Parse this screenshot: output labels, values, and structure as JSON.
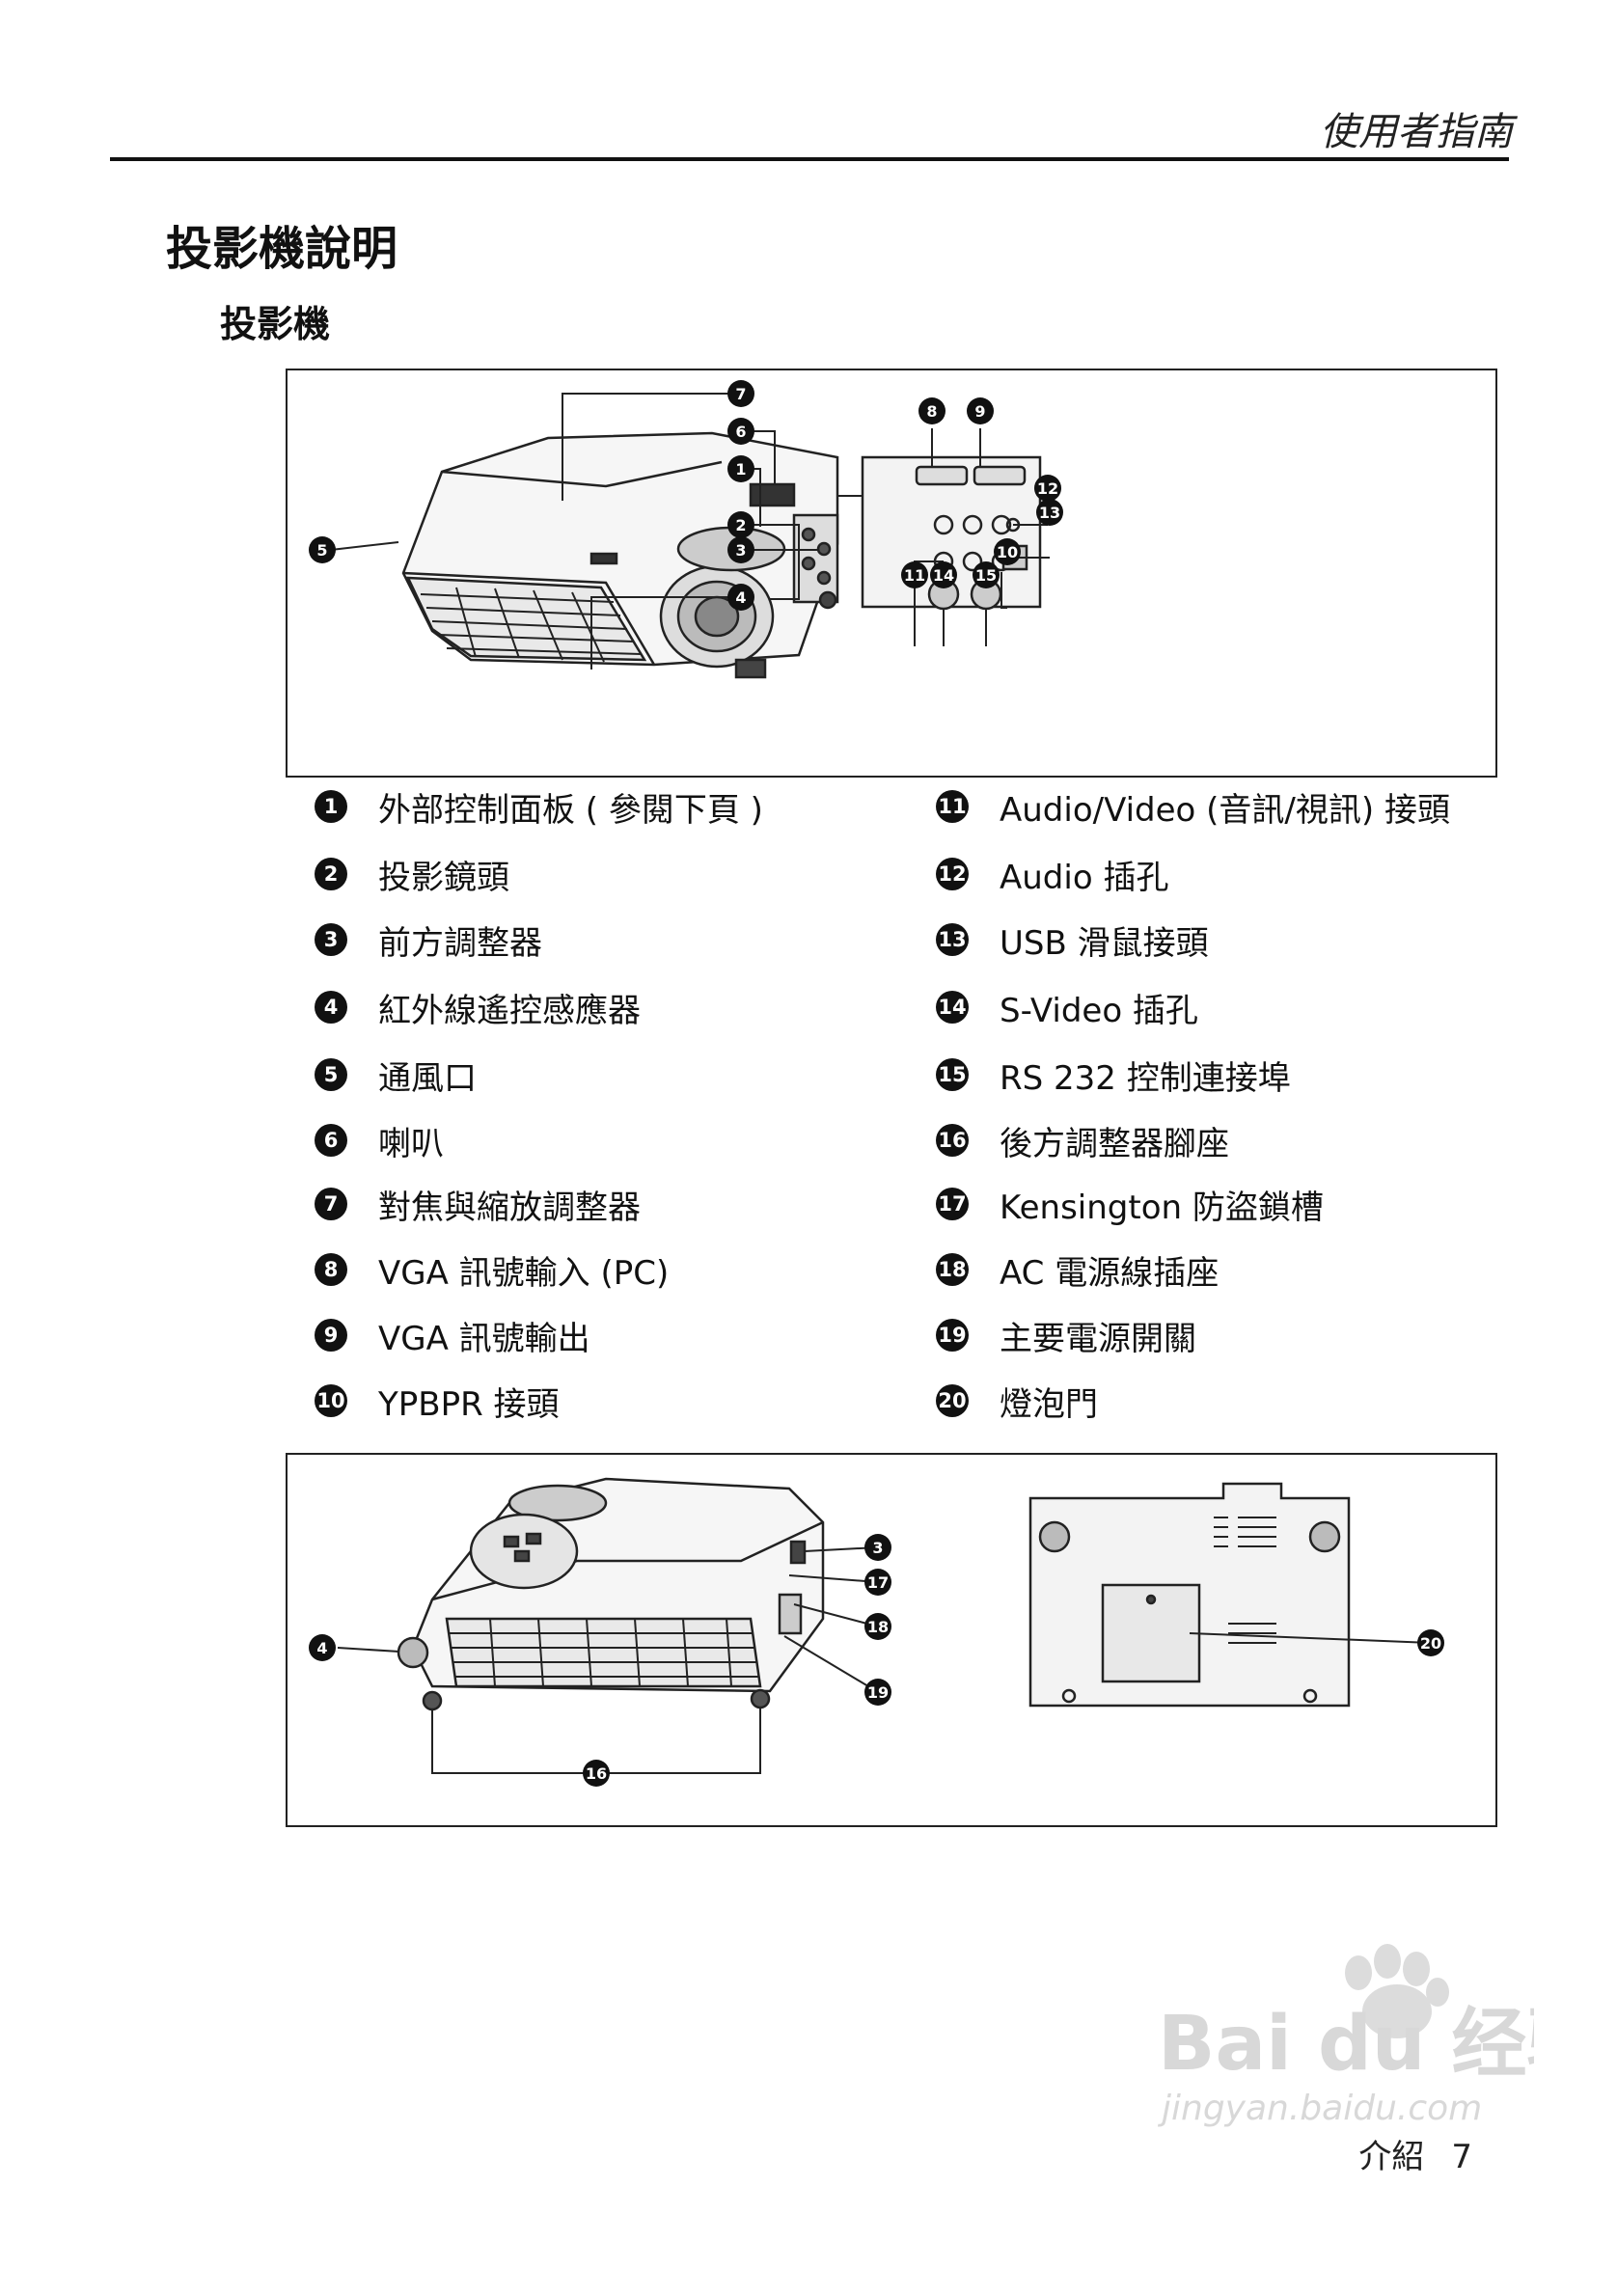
{
  "header": {
    "title": "使用者指南"
  },
  "section": {
    "title": "投影機說明",
    "subtitle": "投影機"
  },
  "figure_top": {
    "callouts": [
      "7",
      "6",
      "1",
      "2",
      "3",
      "4",
      "5",
      "8",
      "9",
      "12",
      "13",
      "10",
      "11",
      "14",
      "15"
    ]
  },
  "legend": {
    "left": [
      {
        "num": "1",
        "text": "外部控制面板 ( 參閱下頁 )"
      },
      {
        "num": "2",
        "text": "投影鏡頭"
      },
      {
        "num": "3",
        "text": "前方調整器"
      },
      {
        "num": "4",
        "text": "紅外線遙控感應器"
      },
      {
        "num": "5",
        "text": "通風口"
      },
      {
        "num": "6",
        "text": "喇叭"
      },
      {
        "num": "7",
        "text": "對焦與縮放調整器"
      },
      {
        "num": "8",
        "text": "VGA 訊號輸入 (PC)"
      },
      {
        "num": "9",
        "text": "VGA 訊號輸出"
      },
      {
        "num": "10",
        "text": "YPBPR 接頭"
      }
    ],
    "right": [
      {
        "num": "11",
        "text": "Audio/Video (音訊/視訊) 接頭"
      },
      {
        "num": "12",
        "text": "Audio 插孔"
      },
      {
        "num": "13",
        "text": "USB 滑鼠接頭"
      },
      {
        "num": "14",
        "text": "S-Video 插孔"
      },
      {
        "num": "15",
        "text": "RS 232 控制連接埠"
      },
      {
        "num": "16",
        "text": "後方調整器腳座"
      },
      {
        "num": "17",
        "text": "Kensington 防盜鎖槽"
      },
      {
        "num": "18",
        "text": "AC 電源線插座"
      },
      {
        "num": "19",
        "text": "主要電源開關"
      },
      {
        "num": "20",
        "text": "燈泡門"
      }
    ]
  },
  "figure_bottom": {
    "callouts": [
      "3",
      "17",
      "18",
      "19",
      "4",
      "16",
      "20"
    ]
  },
  "footer": {
    "label": "介紹",
    "page": "7"
  },
  "watermark": {
    "brand": "Bai du 经验",
    "url": "jingyan.baidu.com"
  },
  "colors": {
    "ink": "#111111",
    "rule": "#111111",
    "watermark": "#d8d8d8"
  }
}
